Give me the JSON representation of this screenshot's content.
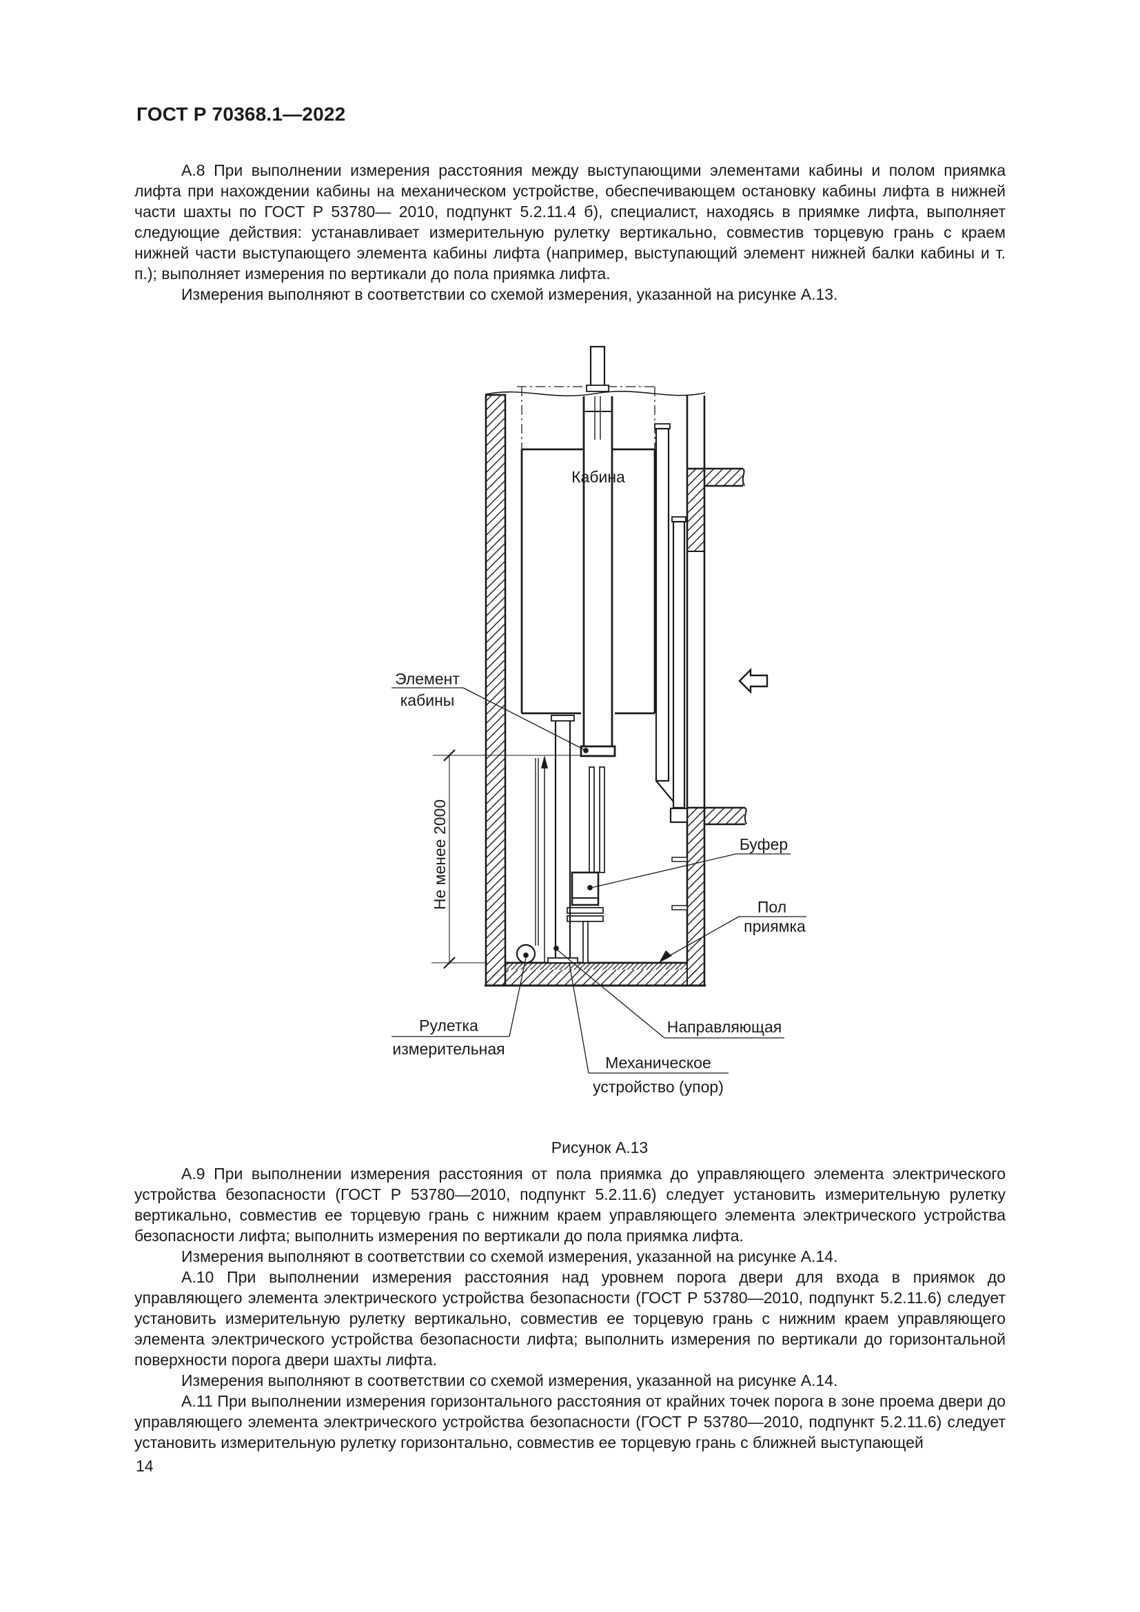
{
  "header": {
    "title": "ГОСТ Р 70368.1—2022"
  },
  "content": {
    "paragraphs_top": [
      {
        "text": "А.8 При выполнении измерения расстояния между выступающими элементами кабины и полом приямка лифта при нахождении кабины на механическом устройстве, обеспечивающем остановку кабины лифта в нижней части шахты по ГОСТ Р 53780— 2010, подпункт 5.2.11.4 б), специалист, находясь в приямке лифта, выполняет следующие действия: устанавливает измерительную рулетку вертикально, совместив торцевую грань с краем нижней части выступающего элемента кабины лифта (например, выступающий элемент нижней балки кабины и т. п.); выполняет измерения по вертикали до пола приямка лифта."
      },
      {
        "text": "Измерения выполняют в соответствии со схемой измерения, указанной на рисунке А.13."
      }
    ],
    "paragraphs_bottom": [
      {
        "text": "А.9 При выполнении измерения расстояния от пола приямка до управляющего элемента электрического устройства безопасности (ГОСТ Р 53780—2010, подпункт 5.2.11.6) следует установить измерительную рулетку вертикально, совместив ее торцевую грань с нижним краем управляющего элемента электрического устройства безопасности лифта; выполнить измерения по вертикали до пола приямка лифта."
      },
      {
        "text": "Измерения выполняют в соответствии со схемой измерения, указанной на рисунке А.14."
      },
      {
        "text": "А.10 При выполнении измерения расстояния над уровнем порога двери для входа в приямок до управляющего элемента электрического устройства безопасности (ГОСТ Р 53780—2010, подпункт 5.2.11.6) следует установить измерительную рулетку вертикально, совместив ее торцевую грань с нижним краем управляющего элемента электрического устройства безопасности лифта; выполнить измерения по вертикали до горизонтальной поверхности порога двери шахты лифта."
      },
      {
        "text": "Измерения выполняют в соответствии со схемой измерения, указанной на рисунке А.14."
      },
      {
        "text": "А.11 При выполнении измерения горизонтального расстояния от крайних точек порога в зоне проема двери до управляющего элемента электрического устройства безопасности (ГОСТ Р 53780—2010, подпункт 5.2.11.6) следует установить измерительную рулетку горизонтально, совместив ее торцевую грань с ближней выступающей"
      }
    ]
  },
  "figure": {
    "caption": "Рисунок А.13",
    "labels": {
      "cabin": "Кабина",
      "cabin_element_l1": "Элемент",
      "cabin_element_l2": "кабины",
      "dimension": "Не менее 2000",
      "buffer": "Буфер",
      "pit_floor_l1": "Пол",
      "pit_floor_l2": "приямка",
      "guide_rail": "Направляющая",
      "tape_l1": "Рулетка",
      "tape_l2": "измерительная",
      "device_l1": "Механическое",
      "device_l2": "устройство (упор)"
    }
  },
  "footer": {
    "page_number": "14"
  },
  "colors": {
    "ink": "#1b1b1b",
    "paper": "#ffffff"
  }
}
